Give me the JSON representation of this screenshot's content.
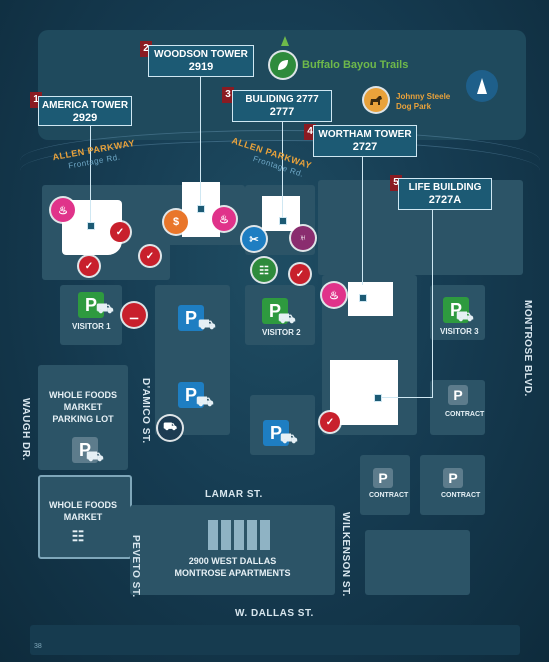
{
  "buildings": [
    {
      "num": "1",
      "name": "AMERICA TOWER",
      "address": "2929"
    },
    {
      "num": "2",
      "name": "WOODSON TOWER",
      "address": "2919"
    },
    {
      "num": "3",
      "name": "BULIDING 2777",
      "address": "2777"
    },
    {
      "num": "4",
      "name": "WORTHAM TOWER",
      "address": "2727"
    },
    {
      "num": "5",
      "name": "LIFE BUILDING",
      "address": "2727A"
    }
  ],
  "streets": {
    "allen1": "ALLEN PARKWAY",
    "frontage1": "Frontage Rd.",
    "allen2": "ALLEN PARKWAY",
    "frontage2": "Frontage Rd.",
    "montrose": "MONTROSE BLVD.",
    "waugh": "WAUGH DR.",
    "damico": "D'AMICO ST.",
    "lamar": "LAMAR ST.",
    "peveto": "PEVETO ST.",
    "wilkenson": "WILKENSON ST.",
    "wdallas": "W. DALLAS ST."
  },
  "places": {
    "buffalo": "Buffalo Bayou Trails",
    "dogpark_1": "Johnny Steele",
    "dogpark_2": "Dog Park",
    "wf_lot_1": "WHOLE FOODS",
    "wf_lot_2": "MARKET",
    "wf_lot_3": "PARKING LOT",
    "wf_mkt_1": "WHOLE FOODS",
    "wf_mkt_2": "MARKET",
    "apts_1": "2900 WEST DALLAS",
    "apts_2": "MONTROSE APARTMENTS"
  },
  "parking": {
    "visitor1": "VISITOR 1",
    "visitor2": "VISITOR 2",
    "visitor3": "VISITOR 3",
    "contract1": "CONTRACT",
    "contract2": "CONTRACT",
    "contract3": "CONTRACT"
  },
  "page_number": "38",
  "colors": {
    "callout_bg": "#1c5a74",
    "number_bg": "#8a1b22",
    "parkway": "#e9a23b",
    "frontage": "#6fa8c6"
  }
}
